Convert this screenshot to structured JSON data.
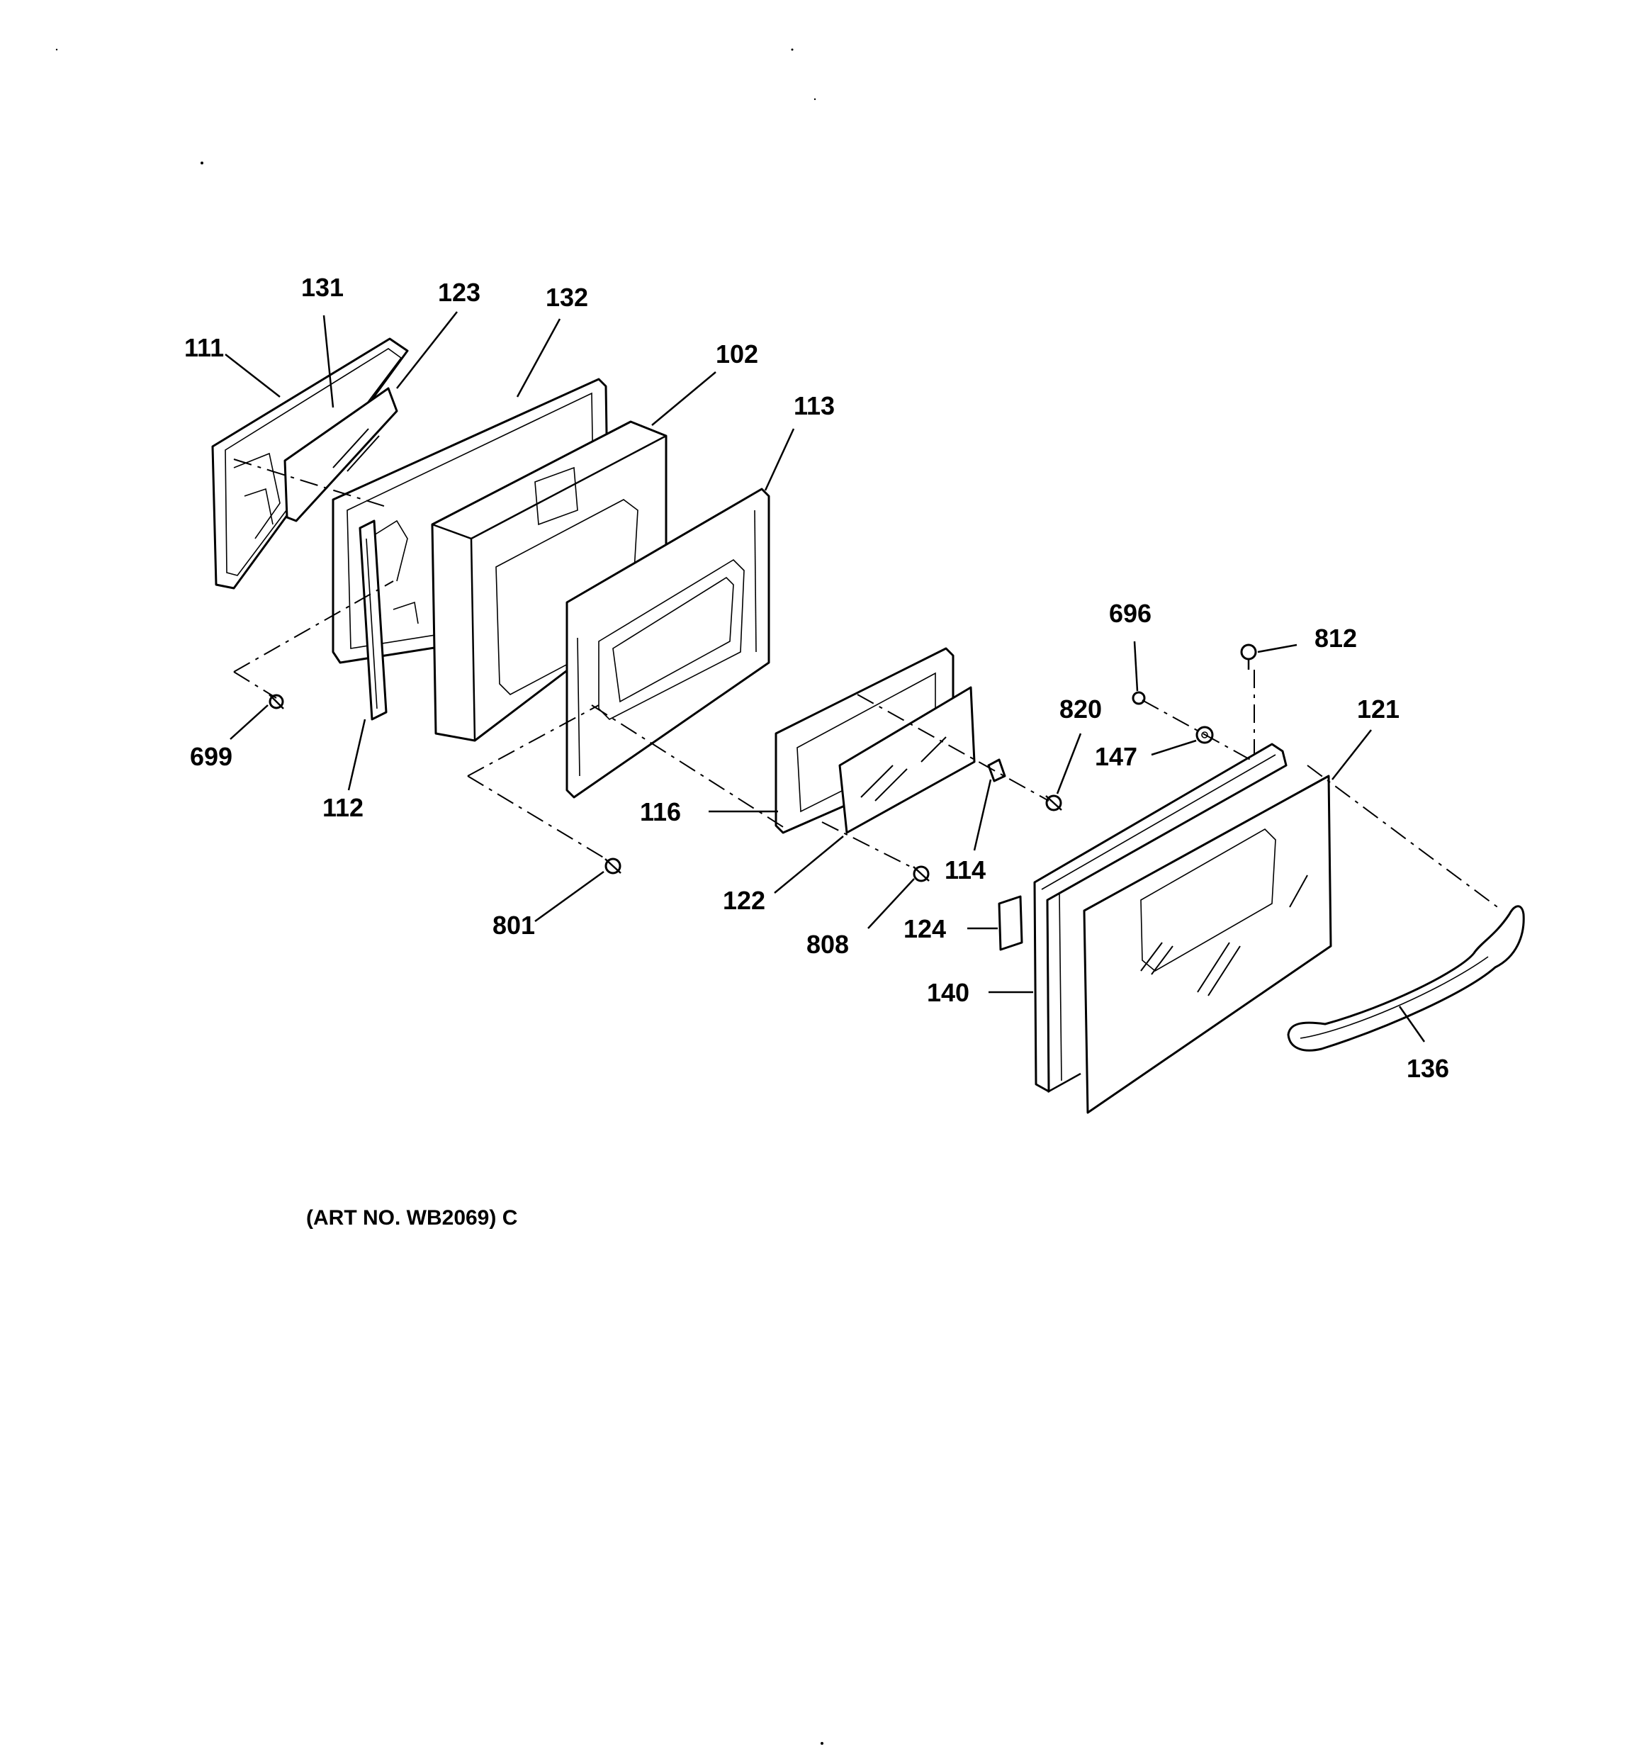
{
  "diagram": {
    "art_number": "(ART NO. WB2069) C",
    "callouts": [
      "111",
      "131",
      "123",
      "132",
      "102",
      "113",
      "699",
      "112",
      "801",
      "116",
      "122",
      "808",
      "114",
      "820",
      "124",
      "140",
      "696",
      "812",
      "147",
      "121",
      "136"
    ]
  }
}
